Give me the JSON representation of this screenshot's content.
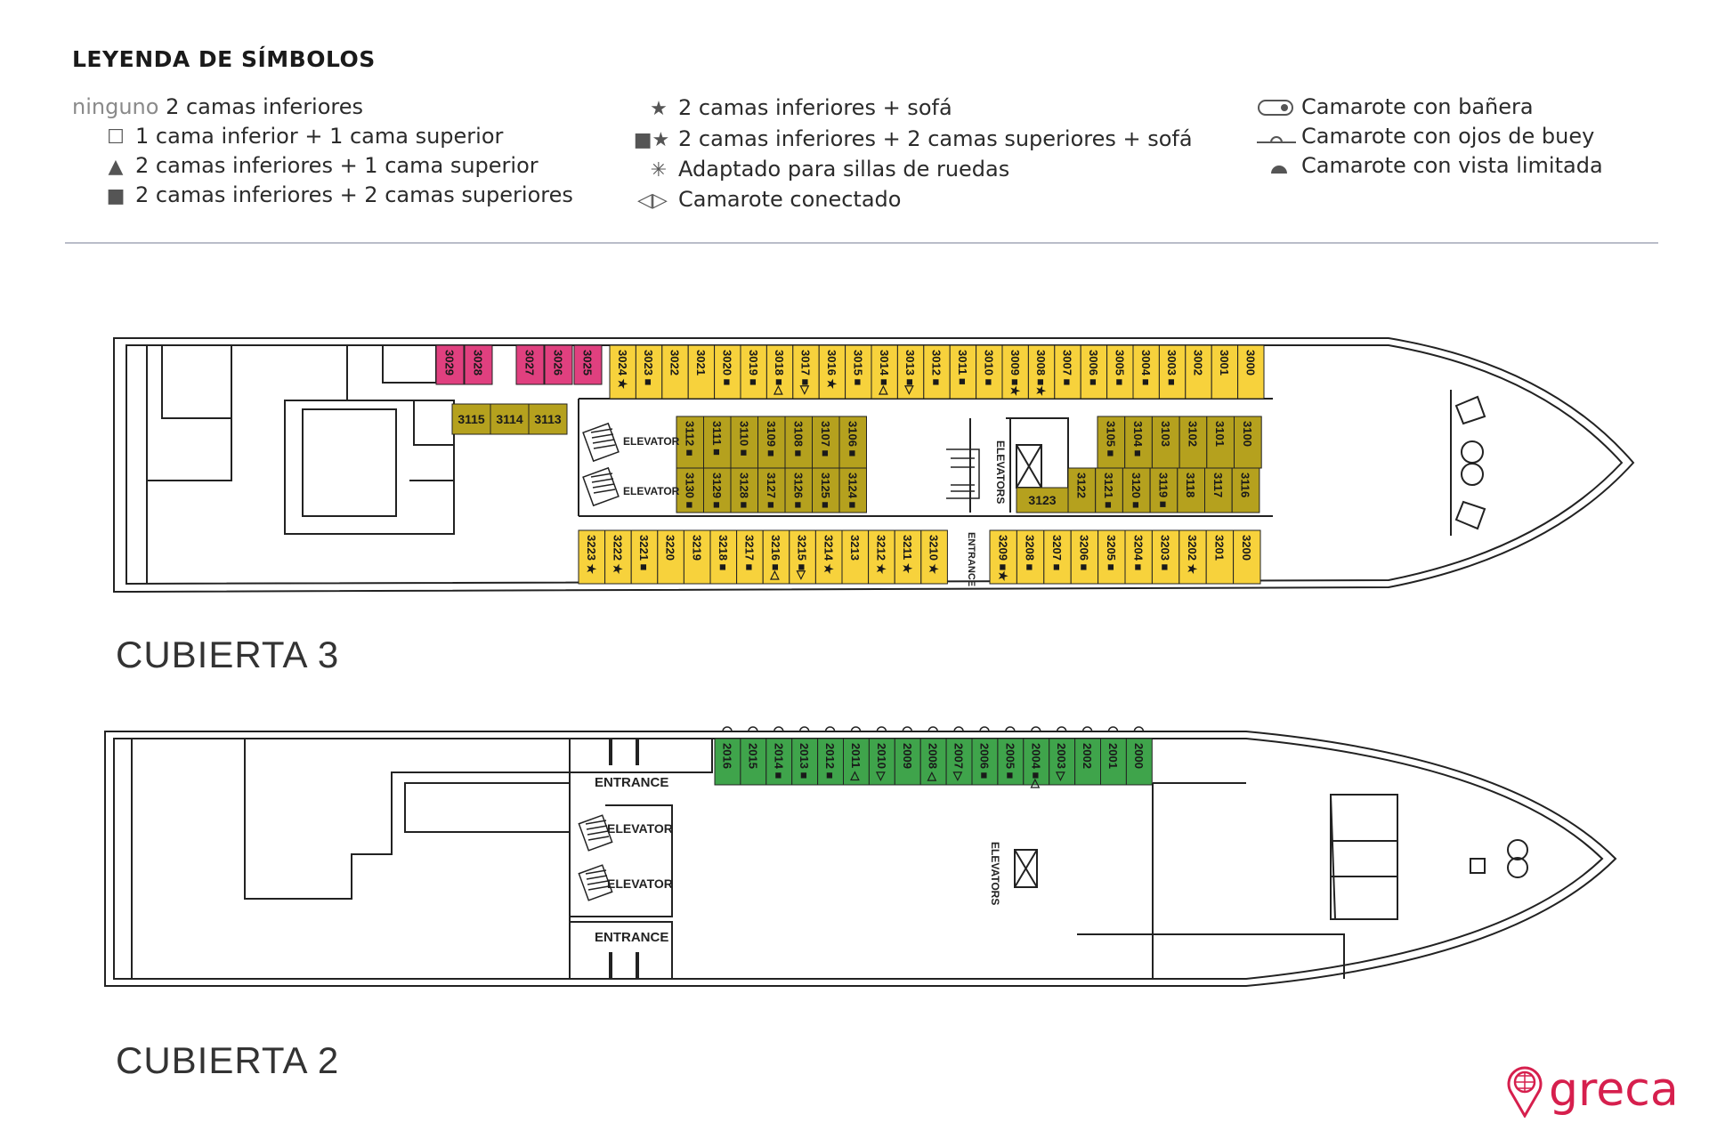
{
  "legend": {
    "title": "LEYENDA DE SÍMBOLOS",
    "col1": [
      {
        "prefix": "ninguno",
        "symbol": "",
        "text": "2 camas inferiores"
      },
      {
        "prefix": "",
        "symbol": "☐",
        "text": "1 cama inferior + 1 cama superior"
      },
      {
        "prefix": "",
        "symbol": "▲",
        "text": "2 camas inferiores + 1 cama superior"
      },
      {
        "prefix": "",
        "symbol": "■",
        "text": "2 camas inferiores + 2 camas superiores"
      }
    ],
    "col2": [
      {
        "symbol": "★",
        "text": "2 camas inferiores + sofá"
      },
      {
        "symbol": "■★",
        "text": "2 camas inferiores + 2 camas superiores + sofá"
      },
      {
        "symbol": "✳",
        "text": "Adaptado para sillas de ruedas"
      },
      {
        "symbol": "◁▷",
        "text": "Camarote conectado"
      }
    ],
    "col3": [
      {
        "symbol": "bathtub-icon",
        "text": "Camarote con bañera"
      },
      {
        "symbol": "porthole-icon",
        "text": "Camarote con ojos de buey"
      },
      {
        "symbol": "limited-view-icon",
        "text": "Camarote con vista limitada"
      }
    ]
  },
  "colors": {
    "yellow": "#f7d23c",
    "olive": "#b5a11e",
    "pink": "#e0407f",
    "green": "#3fa44b",
    "outline": "#222222",
    "brand": "#d61f4d"
  },
  "deck3": {
    "label": "CUBIERTA 3",
    "top_row": [
      {
        "n": "3029",
        "m": "",
        "c": "pink"
      },
      {
        "n": "3028",
        "m": "",
        "c": "pink"
      },
      {
        "n": "3027",
        "m": "",
        "c": "pink"
      },
      {
        "n": "3026",
        "m": "",
        "c": "pink"
      },
      {
        "n": "3025",
        "m": "",
        "c": "pink"
      },
      {
        "n": "3024",
        "m": "★",
        "c": "yellow"
      },
      {
        "n": "3023",
        "m": "■",
        "c": "yellow"
      },
      {
        "n": "3022",
        "m": "",
        "c": "yellow"
      },
      {
        "n": "3021",
        "m": "",
        "c": "yellow"
      },
      {
        "n": "3020",
        "m": "■",
        "c": "yellow"
      },
      {
        "n": "3019",
        "m": "■",
        "c": "yellow"
      },
      {
        "n": "3018",
        "m": "■◁",
        "c": "yellow"
      },
      {
        "n": "3017",
        "m": "■▷",
        "c": "yellow"
      },
      {
        "n": "3016",
        "m": "★",
        "c": "yellow"
      },
      {
        "n": "3015",
        "m": "■",
        "c": "yellow"
      },
      {
        "n": "3014",
        "m": "■◁",
        "c": "yellow"
      },
      {
        "n": "3013",
        "m": "■▷",
        "c": "yellow"
      },
      {
        "n": "3012",
        "m": "■",
        "c": "yellow"
      },
      {
        "n": "3011",
        "m": "■",
        "c": "yellow"
      },
      {
        "n": "3010",
        "m": "■",
        "c": "yellow"
      },
      {
        "n": "3009",
        "m": "■★",
        "c": "yellow"
      },
      {
        "n": "3008",
        "m": "■★",
        "c": "yellow"
      },
      {
        "n": "3007",
        "m": "■",
        "c": "yellow"
      },
      {
        "n": "3006",
        "m": "■",
        "c": "yellow"
      },
      {
        "n": "3005",
        "m": "■",
        "c": "yellow"
      },
      {
        "n": "3004",
        "m": "■",
        "c": "yellow"
      },
      {
        "n": "3003",
        "m": "■",
        "c": "yellow"
      },
      {
        "n": "3002",
        "m": "",
        "c": "yellow"
      },
      {
        "n": "3001",
        "m": "",
        "c": "yellow"
      },
      {
        "n": "3000",
        "m": "",
        "c": "yellow"
      }
    ],
    "aft_olive": [
      "3115",
      "3114",
      "3113"
    ],
    "mid_upper": [
      {
        "n": "3112",
        "m": "■"
      },
      {
        "n": "3111",
        "m": "■"
      },
      {
        "n": "3110",
        "m": "■"
      },
      {
        "n": "3109",
        "m": "■"
      },
      {
        "n": "3108",
        "m": "■"
      },
      {
        "n": "3107",
        "m": "■"
      },
      {
        "n": "3106",
        "m": "■"
      }
    ],
    "mid_lower": [
      {
        "n": "3130",
        "m": "■"
      },
      {
        "n": "3129",
        "m": "■"
      },
      {
        "n": "3128",
        "m": "■"
      },
      {
        "n": "3127",
        "m": "■"
      },
      {
        "n": "3126",
        "m": "■"
      },
      {
        "n": "3125",
        "m": "■"
      },
      {
        "n": "3124",
        "m": "■"
      }
    ],
    "fwd_upper": [
      {
        "n": "3105",
        "m": "■"
      },
      {
        "n": "3104",
        "m": "■"
      },
      {
        "n": "3103",
        "m": ""
      },
      {
        "n": "3102",
        "m": ""
      },
      {
        "n": "3101",
        "m": ""
      },
      {
        "n": "3100",
        "m": ""
      }
    ],
    "fwd_lower": [
      {
        "n": "3122",
        "m": ""
      },
      {
        "n": "3121",
        "m": "■"
      },
      {
        "n": "3120",
        "m": "■"
      },
      {
        "n": "3119",
        "m": "■"
      },
      {
        "n": "3118",
        "m": ""
      },
      {
        "n": "3117",
        "m": ""
      },
      {
        "n": "3116",
        "m": ""
      }
    ],
    "olive_3123": "3123",
    "bottom_row": [
      {
        "n": "3223",
        "m": "★"
      },
      {
        "n": "3222",
        "m": "★"
      },
      {
        "n": "3221",
        "m": "■"
      },
      {
        "n": "3220",
        "m": ""
      },
      {
        "n": "3219",
        "m": ""
      },
      {
        "n": "3218",
        "m": "■"
      },
      {
        "n": "3217",
        "m": "■"
      },
      {
        "n": "3216",
        "m": "■◁"
      },
      {
        "n": "3215",
        "m": "■▷"
      },
      {
        "n": "3214",
        "m": "★"
      },
      {
        "n": "3213",
        "m": ""
      },
      {
        "n": "3212",
        "m": "★"
      },
      {
        "n": "3211",
        "m": "★"
      },
      {
        "n": "3210",
        "m": "★"
      }
    ],
    "bottom_row_fwd": [
      {
        "n": "3209",
        "m": "■★"
      },
      {
        "n": "3208",
        "m": "■"
      },
      {
        "n": "3207",
        "m": "■"
      },
      {
        "n": "3206",
        "m": "■"
      },
      {
        "n": "3205",
        "m": "■"
      },
      {
        "n": "3204",
        "m": "■"
      },
      {
        "n": "3203",
        "m": "■"
      },
      {
        "n": "3202",
        "m": "★"
      },
      {
        "n": "3201",
        "m": ""
      },
      {
        "n": "3200",
        "m": ""
      }
    ],
    "elevator_label": "ELEVATOR",
    "elevators_label": "ELEVATORS",
    "entrance_label": "ENTRANCE"
  },
  "deck2": {
    "label": "CUBIERTA 2",
    "cabins": [
      {
        "n": "2016",
        "m": ""
      },
      {
        "n": "2015",
        "m": ""
      },
      {
        "n": "2014",
        "m": "■"
      },
      {
        "n": "2013",
        "m": "■"
      },
      {
        "n": "2012",
        "m": "■"
      },
      {
        "n": "2011",
        "m": "◁"
      },
      {
        "n": "2010",
        "m": "▷"
      },
      {
        "n": "2009",
        "m": ""
      },
      {
        "n": "2008",
        "m": "◁"
      },
      {
        "n": "2007",
        "m": "▷"
      },
      {
        "n": "2006",
        "m": "■"
      },
      {
        "n": "2005",
        "m": "■"
      },
      {
        "n": "2004",
        "m": "■◁"
      },
      {
        "n": "2003",
        "m": "▷"
      },
      {
        "n": "2002",
        "m": ""
      },
      {
        "n": "2001",
        "m": ""
      },
      {
        "n": "2000",
        "m": ""
      }
    ],
    "elevator_label": "ELEVATOR",
    "elevators_label": "ELEVATORS",
    "entrance_label": "ENTRANCE"
  },
  "logo": {
    "text": "greca"
  }
}
